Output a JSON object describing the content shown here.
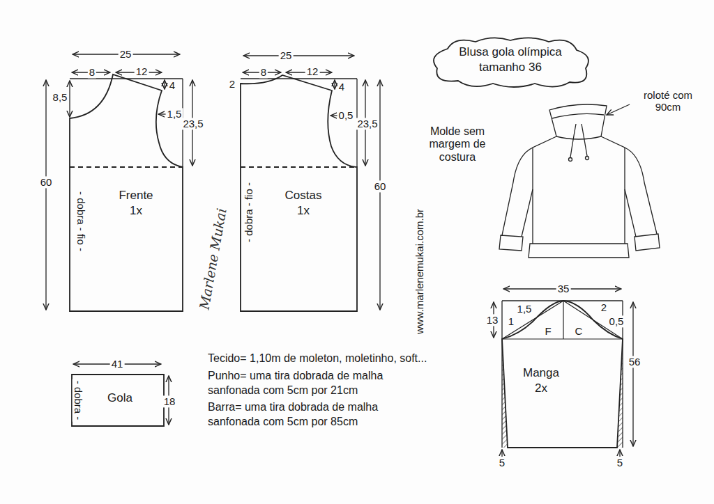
{
  "diagram": {
    "nodes": [
      {
        "text": [
          "Blusa gola olímpica tamanho 36"
        ]
      },
      {
        "text": [
          "Frente",
          "1x"
        ]
      },
      {
        "text": [
          "Costas",
          "1x"
        ]
      },
      {
        "text": [
          "Gola"
        ]
      },
      {
        "text": [
          "Manga",
          "2x"
        ]
      }
    ],
    "labels": [
      "25",
      "8",
      "12",
      "8,5",
      "4",
      "1,5",
      "23,5",
      "60",
      "- dobra - fio -",
      "25",
      "2",
      "8",
      "12",
      "4",
      "0,5",
      "23,5",
      "60",
      "- dobra - fio -",
      "Marlene Mukai",
      "www.marlenemukai.com.br",
      "roloté com 90cm",
      "Molde sem margem de costura",
      "41",
      "- dobra -",
      "18",
      "Tecido= 1,10m de moleton, moletinho, soft...",
      "Punho= uma tira dobrada de malha sanfonada com 5cm por 21cm",
      "Barra= uma tira dobrada de malha sanfonada com 5cm por 85cm",
      "35",
      "13",
      "1,5",
      "1",
      "2",
      "0,5",
      "F",
      "C",
      "56",
      "5",
      "5"
    ]
  }
}
